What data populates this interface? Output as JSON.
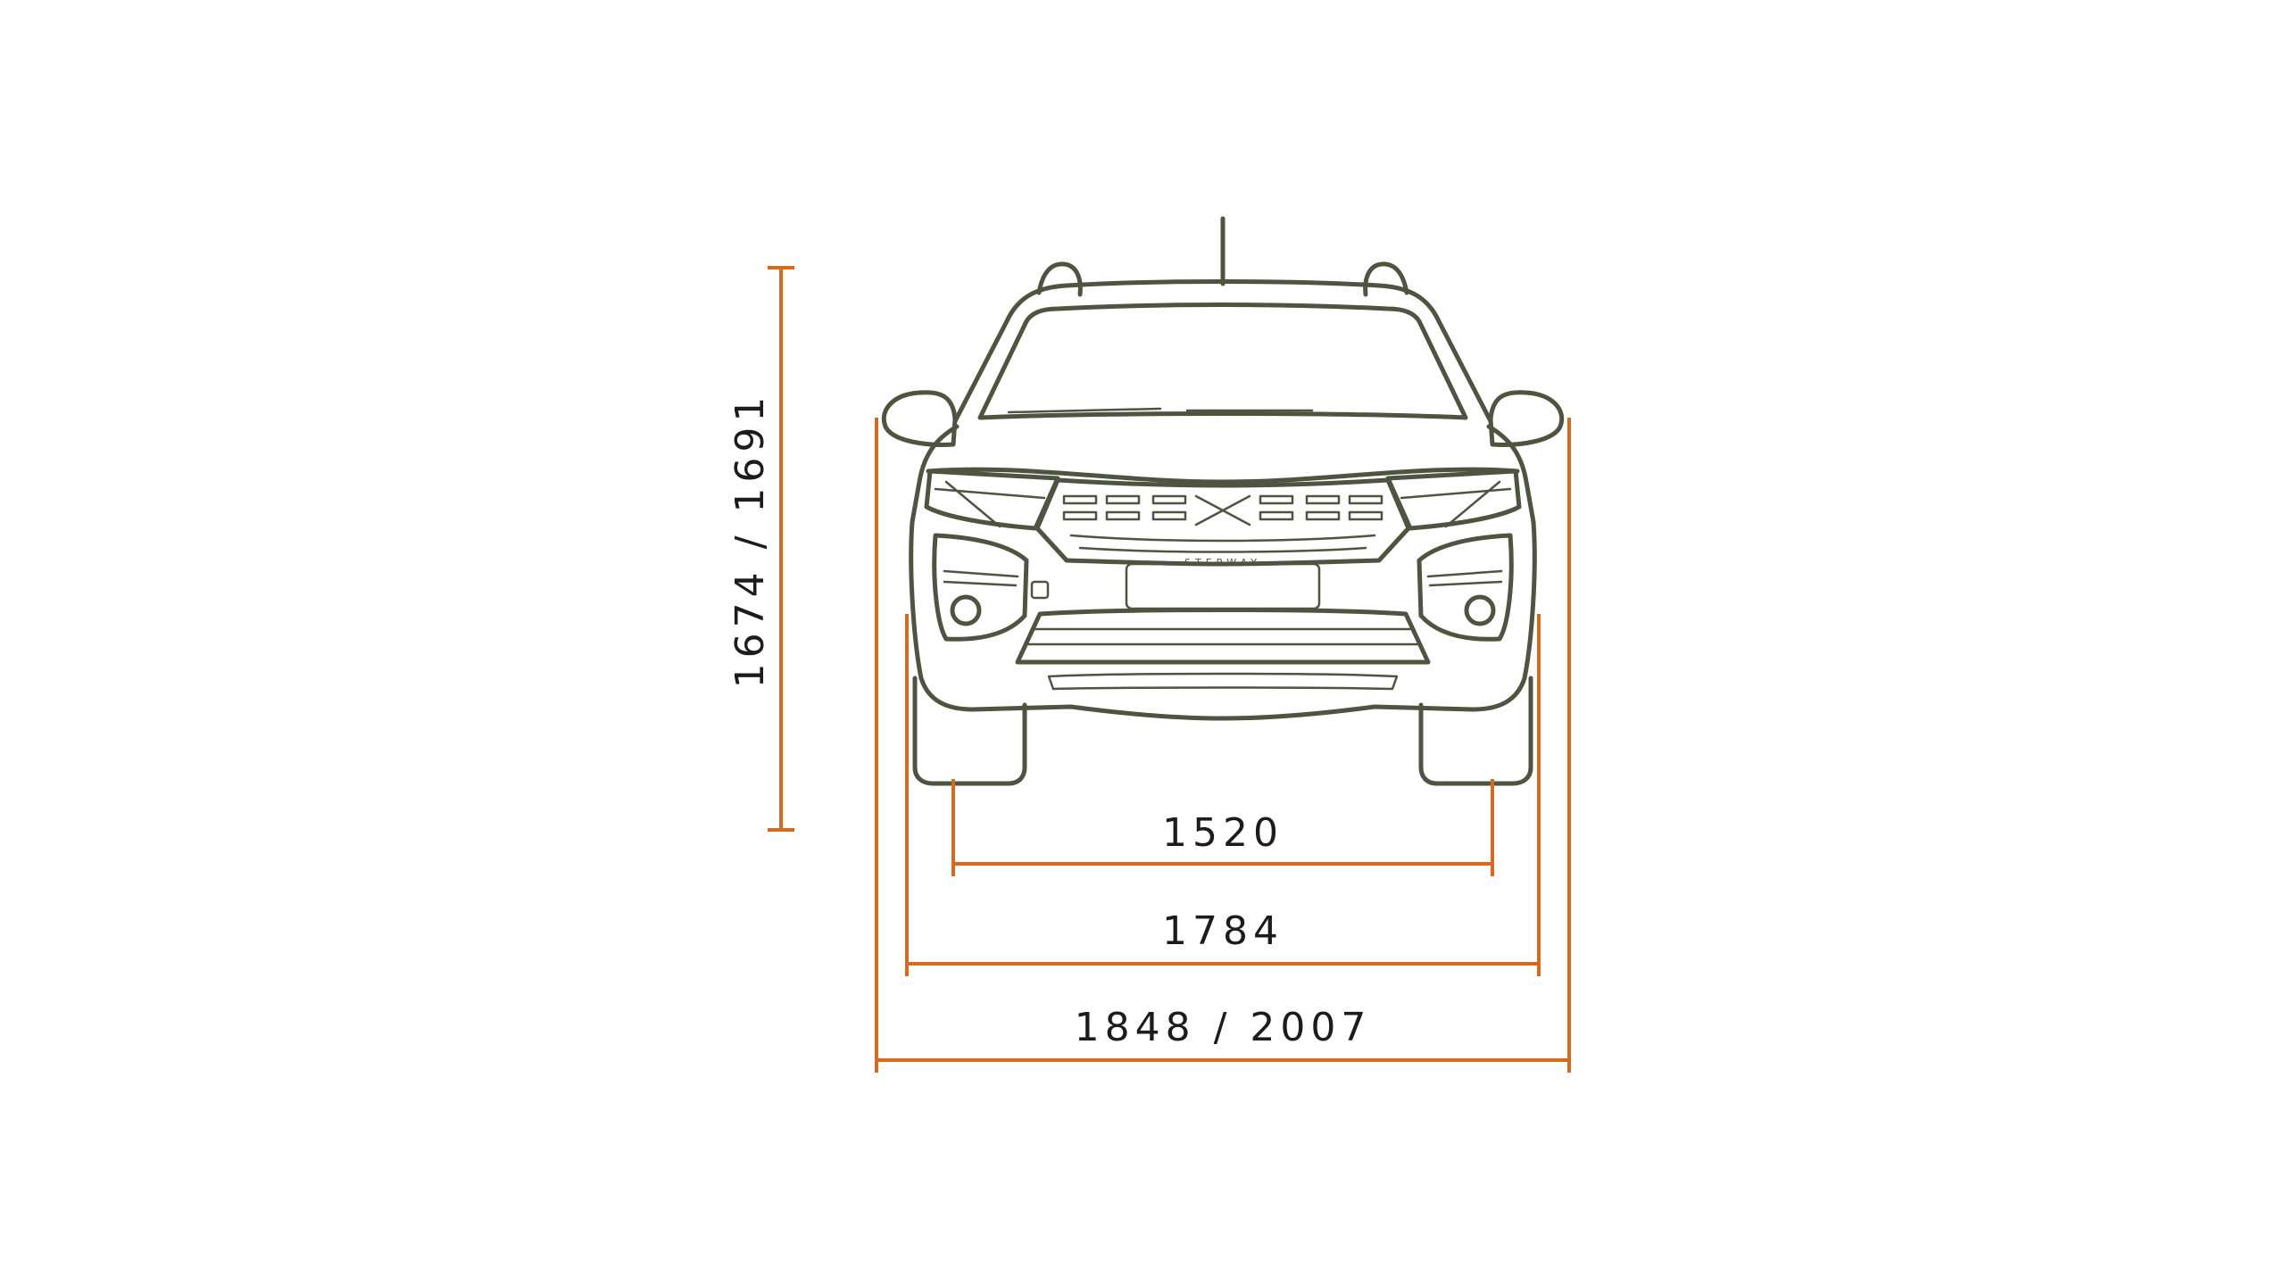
{
  "colors": {
    "dimension": "#d86a1e",
    "outline": "#4f5440",
    "text": "#1c1c1c",
    "background": "#ffffff"
  },
  "dimensions": {
    "height": "1674 / 1691",
    "track": "1520",
    "width_body": "1784",
    "width_mirrors": "1848 / 2007"
  },
  "car": {
    "badge": "STEPWAY"
  }
}
